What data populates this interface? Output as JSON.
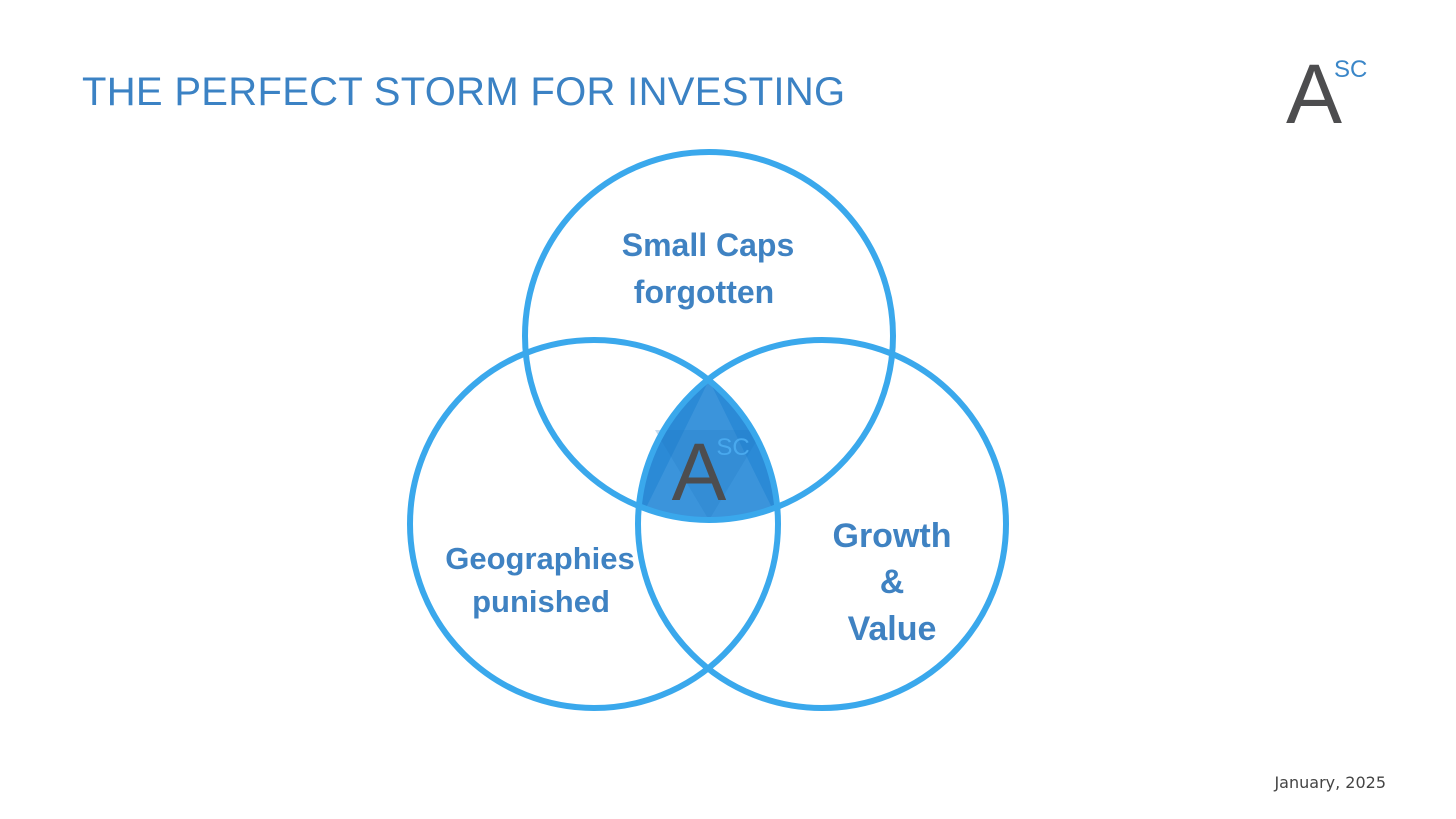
{
  "slide": {
    "title": "THE PERFECT STORM FOR INVESTING",
    "date": "January, 2025"
  },
  "logo": {
    "letter": "A",
    "superscript": "SC"
  },
  "diagram": {
    "sets": [
      {
        "id": "top",
        "label_lines": [
          "Small Caps",
          "forgotten"
        ]
      },
      {
        "id": "left",
        "label_lines": [
          "Geographies",
          "punished"
        ]
      },
      {
        "id": "right",
        "label_lines": [
          "Growth",
          "&",
          "Value"
        ]
      }
    ],
    "center": {
      "letter": "A",
      "superscript": "SC"
    }
  },
  "colors": {
    "title": "#3b82c4",
    "circle_stroke": "#3aa8ec",
    "label": "#3f82c2",
    "center_fill": "#2b8ad6",
    "logo_letter": "#4d4d4f",
    "logo_superscript": "#3a86c8"
  }
}
